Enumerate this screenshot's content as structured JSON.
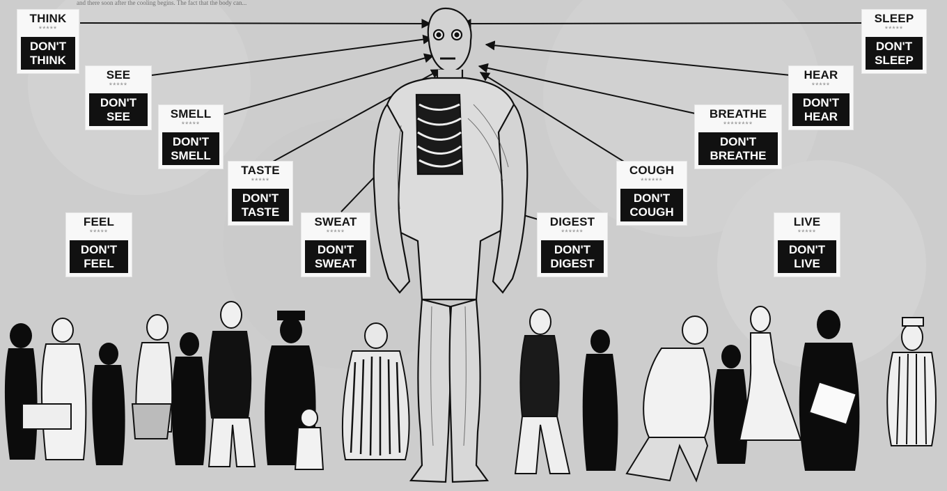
{
  "header": {
    "partial_caption": "and there soon after the cooling begins. The fact that the body can..."
  },
  "labels": [
    {
      "id": "think",
      "verb": "THINK",
      "stars": "*****",
      "dont": "DON'T THINK"
    },
    {
      "id": "see",
      "verb": "SEE",
      "stars": "*****",
      "dont": "DON'T SEE"
    },
    {
      "id": "smell",
      "verb": "SMELL",
      "stars": "*****",
      "dont": "DON'T SMELL"
    },
    {
      "id": "taste",
      "verb": "TASTE",
      "stars": "*****",
      "dont": "DON'T TASTE"
    },
    {
      "id": "feel",
      "verb": "FEEL",
      "stars": "*****",
      "dont": "DON'T FEEL"
    },
    {
      "id": "sweat",
      "verb": "SWEAT",
      "stars": "*****",
      "dont": "DON'T SWEAT"
    },
    {
      "id": "digest",
      "verb": "DIGEST",
      "stars": "******",
      "dont": "DON'T DIGEST"
    },
    {
      "id": "cough",
      "verb": "COUGH",
      "stars": "******",
      "dont": "DON'T COUGH"
    },
    {
      "id": "breathe",
      "verb": "BREATHE",
      "stars": "********",
      "dont": "DON'T BREATHE"
    },
    {
      "id": "hear",
      "verb": "HEAR",
      "stars": "*****",
      "dont": "DON'T HEAR"
    },
    {
      "id": "sleep",
      "verb": "SLEEP",
      "stars": "*****",
      "dont": "DON'T SLEEP"
    },
    {
      "id": "live",
      "verb": "LIVE",
      "stars": "*****",
      "dont": "DON'T LIVE"
    }
  ],
  "colors": {
    "background": "#cfcfcf",
    "label_bg": "#f8f8f8",
    "dont_bg": "#111111",
    "ink": "#151515"
  },
  "illustration": {
    "center_figure": "anatomical-human-figure",
    "crowd": "walking-crowd-silhouettes"
  }
}
